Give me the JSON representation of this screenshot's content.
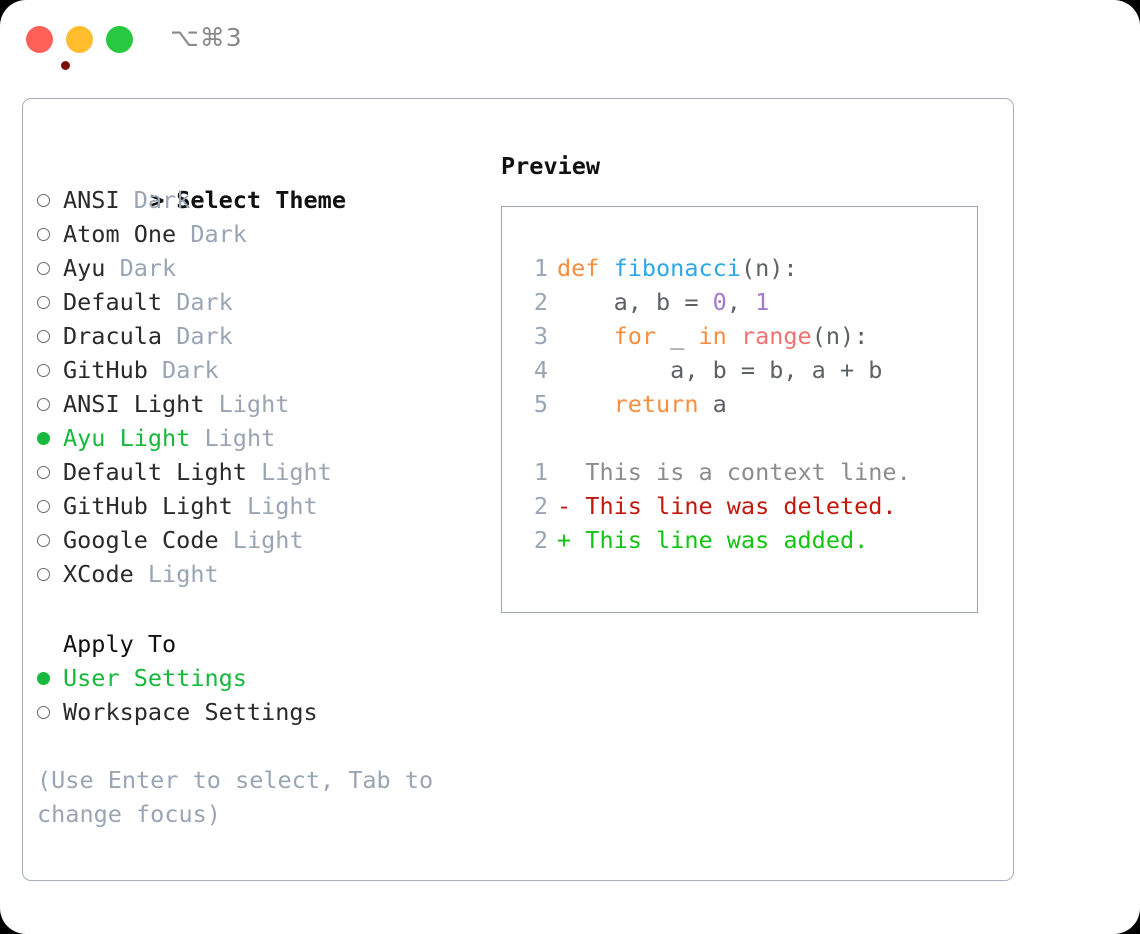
{
  "titlebar": {
    "shortcut": "⌥⌘3",
    "buttons": {
      "close": "close",
      "minimize": "minimize",
      "maximize": "maximize"
    }
  },
  "theme_picker": {
    "header_marker": ">",
    "header_label": "Select Theme",
    "items": [
      {
        "marker": "○",
        "name": "ANSI",
        "variant": "Dark",
        "selected": false
      },
      {
        "marker": "○",
        "name": "Atom One",
        "variant": "Dark",
        "selected": false
      },
      {
        "marker": "○",
        "name": "Ayu",
        "variant": "Dark",
        "selected": false
      },
      {
        "marker": "○",
        "name": "Default",
        "variant": "Dark",
        "selected": false
      },
      {
        "marker": "○",
        "name": "Dracula",
        "variant": "Dark",
        "selected": false
      },
      {
        "marker": "○",
        "name": "GitHub",
        "variant": "Dark",
        "selected": false
      },
      {
        "marker": "○",
        "name": "ANSI Light",
        "variant": "Light",
        "selected": false
      },
      {
        "marker": "●",
        "name": "Ayu Light",
        "variant": "Light",
        "selected": true
      },
      {
        "marker": "○",
        "name": "Default Light",
        "variant": "Light",
        "selected": false
      },
      {
        "marker": "○",
        "name": "GitHub Light",
        "variant": "Light",
        "selected": false
      },
      {
        "marker": "○",
        "name": "Google Code",
        "variant": "Light",
        "selected": false
      },
      {
        "marker": "○",
        "name": "XCode",
        "variant": "Light",
        "selected": false
      }
    ]
  },
  "apply_to": {
    "header_label": "Apply To",
    "items": [
      {
        "marker": "●",
        "label": "User Settings",
        "selected": true
      },
      {
        "marker": "○",
        "label": "Workspace Settings",
        "selected": false
      }
    ]
  },
  "hint": "(Use Enter to select, Tab to change focus)",
  "preview": {
    "title": "Preview",
    "code_lines": [
      {
        "number": "1",
        "tokens": [
          {
            "text": "def ",
            "kind": "keyword"
          },
          {
            "text": "fibonacci",
            "kind": "function"
          },
          {
            "text": "(n):",
            "kind": "plain"
          }
        ]
      },
      {
        "number": "2",
        "tokens": [
          {
            "text": "    a, b = ",
            "kind": "plain"
          },
          {
            "text": "0",
            "kind": "number"
          },
          {
            "text": ", ",
            "kind": "plain"
          },
          {
            "text": "1",
            "kind": "number"
          }
        ]
      },
      {
        "number": "3",
        "tokens": [
          {
            "text": "    ",
            "kind": "plain"
          },
          {
            "text": "for",
            "kind": "keyword"
          },
          {
            "text": " _ ",
            "kind": "plain"
          },
          {
            "text": "in",
            "kind": "keyword"
          },
          {
            "text": " ",
            "kind": "plain"
          },
          {
            "text": "range",
            "kind": "builtin"
          },
          {
            "text": "(n):",
            "kind": "plain"
          }
        ]
      },
      {
        "number": "4",
        "tokens": [
          {
            "text": "        a, b = b, a + b",
            "kind": "plain"
          }
        ]
      },
      {
        "number": "5",
        "tokens": [
          {
            "text": "    ",
            "kind": "plain"
          },
          {
            "text": "return",
            "kind": "keyword"
          },
          {
            "text": " a",
            "kind": "plain"
          }
        ]
      }
    ],
    "diff_lines": [
      {
        "number": "1",
        "sign": " ",
        "text": "This is a context line.",
        "kind": "context"
      },
      {
        "number": "2",
        "sign": "-",
        "text": "This line was deleted.",
        "kind": "deleted"
      },
      {
        "number": "2",
        "sign": "+",
        "text": "This line was added.",
        "kind": "added"
      }
    ]
  },
  "colors": {
    "accent_green": "#16b93b",
    "muted": "#9aa5b4",
    "border": "#a5aebd",
    "keyword": "#fa8d3e",
    "function": "#2ea8e6",
    "number": "#a37acc",
    "builtin": "#f07171",
    "diff_deleted": "#c4170b",
    "diff_added": "#14c414",
    "traffic_red": "#ff6159",
    "traffic_yellow": "#ffbd2e",
    "traffic_green": "#28c840"
  }
}
